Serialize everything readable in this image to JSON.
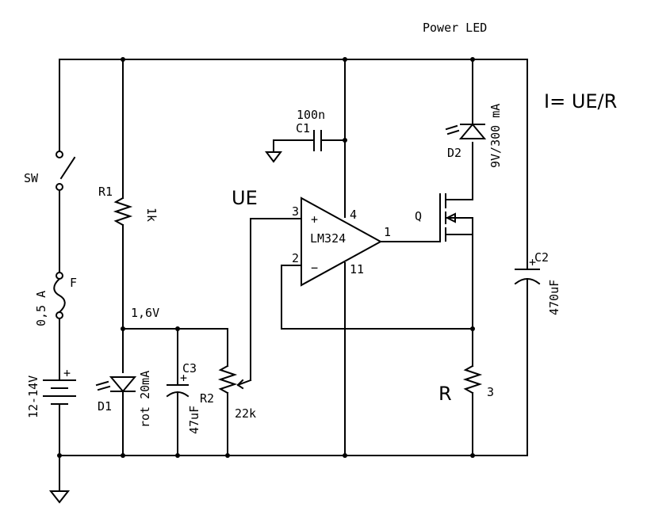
{
  "title": "Power LED",
  "formula": "I= UE/R",
  "node_ue": "UE",
  "node_voltage": "1,6V",
  "switch": {
    "ref": "SW"
  },
  "fuse": {
    "ref": "F",
    "value": "0,5 A"
  },
  "battery": {
    "value": "12-14V",
    "plus": "+"
  },
  "r1": {
    "ref": "R1",
    "value": "1k"
  },
  "d1": {
    "ref": "D1",
    "value": "rot 20mA"
  },
  "c3": {
    "ref": "C3",
    "value": "47uF",
    "plus": "+"
  },
  "r2": {
    "ref": "R2",
    "value": "22k"
  },
  "c1": {
    "ref": "C1",
    "value": "100n"
  },
  "opamp": {
    "ref": "LM324",
    "pin_plus": "+",
    "pin_minus": "−",
    "pin3": "3",
    "pin2": "2",
    "pin1": "1",
    "pin4": "4",
    "pin11": "11"
  },
  "q": {
    "ref": "Q"
  },
  "d2": {
    "ref": "D2",
    "value": "9V/300 mA"
  },
  "c2": {
    "ref": "C2",
    "value": "470uF",
    "plus": "+"
  },
  "r": {
    "ref": "R",
    "value": "3"
  }
}
